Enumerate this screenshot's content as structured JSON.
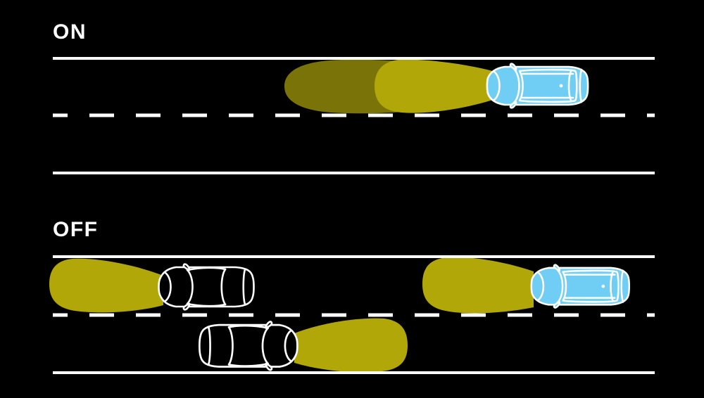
{
  "labels": {
    "on": "ON",
    "off": "OFF"
  },
  "colors": {
    "background": "#000000",
    "lane_line": "#ffffff",
    "beam_near": "#b1a708",
    "beam_far": "#7a7408",
    "subject_car_fill": "#70cdf4",
    "other_car_fill": "#000000",
    "car_outline": "#ffffff"
  },
  "scenes": {
    "on": {
      "label": "ON",
      "beams": [
        {
          "name": "high-beam-far",
          "color": "#7a7408"
        },
        {
          "name": "low-beam-near",
          "color": "#b1a708"
        }
      ],
      "cars": [
        {
          "name": "subject-car",
          "type": "suv-top-view",
          "facing": "left",
          "highlighted": true
        }
      ]
    },
    "off": {
      "label": "OFF",
      "beams": [
        {
          "name": "car-1-beam",
          "color": "#b1a708"
        },
        {
          "name": "car-2-beam",
          "color": "#b1a708"
        },
        {
          "name": "subject-car-beam",
          "color": "#b1a708"
        }
      ],
      "cars": [
        {
          "name": "car-1",
          "type": "sedan-top-view",
          "facing": "left",
          "highlighted": false
        },
        {
          "name": "car-2",
          "type": "sedan-top-view",
          "facing": "right",
          "highlighted": false
        },
        {
          "name": "subject-car",
          "type": "suv-top-view",
          "facing": "left",
          "highlighted": true
        }
      ]
    }
  }
}
